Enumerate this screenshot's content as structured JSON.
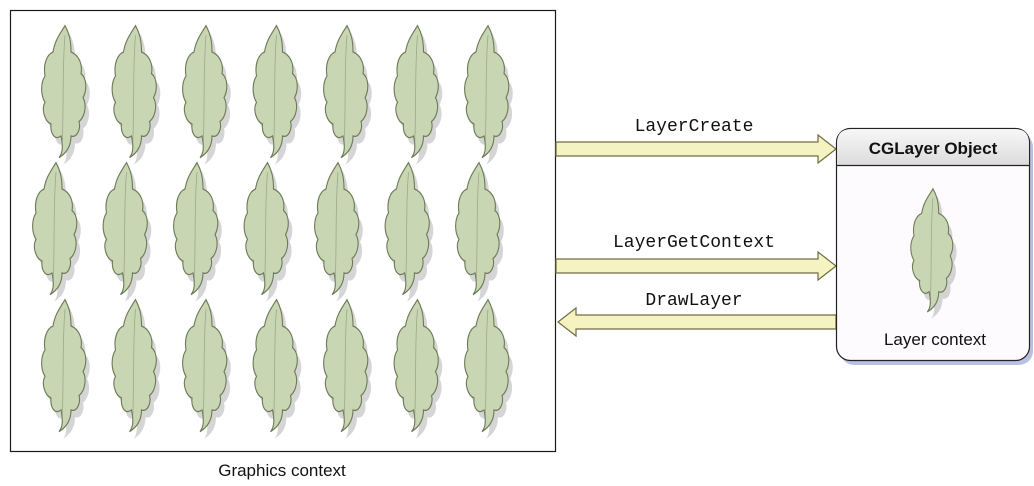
{
  "graphics_context": {
    "caption": "Graphics context",
    "leaf_rows": 3,
    "leaf_columns": 7
  },
  "arrows": [
    {
      "label": "LayerCreate",
      "direction": "right"
    },
    {
      "label": "LayerGetContext",
      "direction": "right"
    },
    {
      "label": "DrawLayer",
      "direction": "left"
    }
  ],
  "layer_object": {
    "title": "CGLayer Object",
    "caption": "Layer context"
  },
  "colors": {
    "leaf_fill": "#c8d6b4",
    "leaf_stroke": "#6d7a57",
    "leaf_shadow": "#b9b9b9",
    "arrow_fill": "#f6f3c3",
    "arrow_stroke": "#6f6c41",
    "panel_bg": "#fdfbfd",
    "header_bg": "#e8e8e8",
    "panel_shadow": "#a7b1d8"
  }
}
